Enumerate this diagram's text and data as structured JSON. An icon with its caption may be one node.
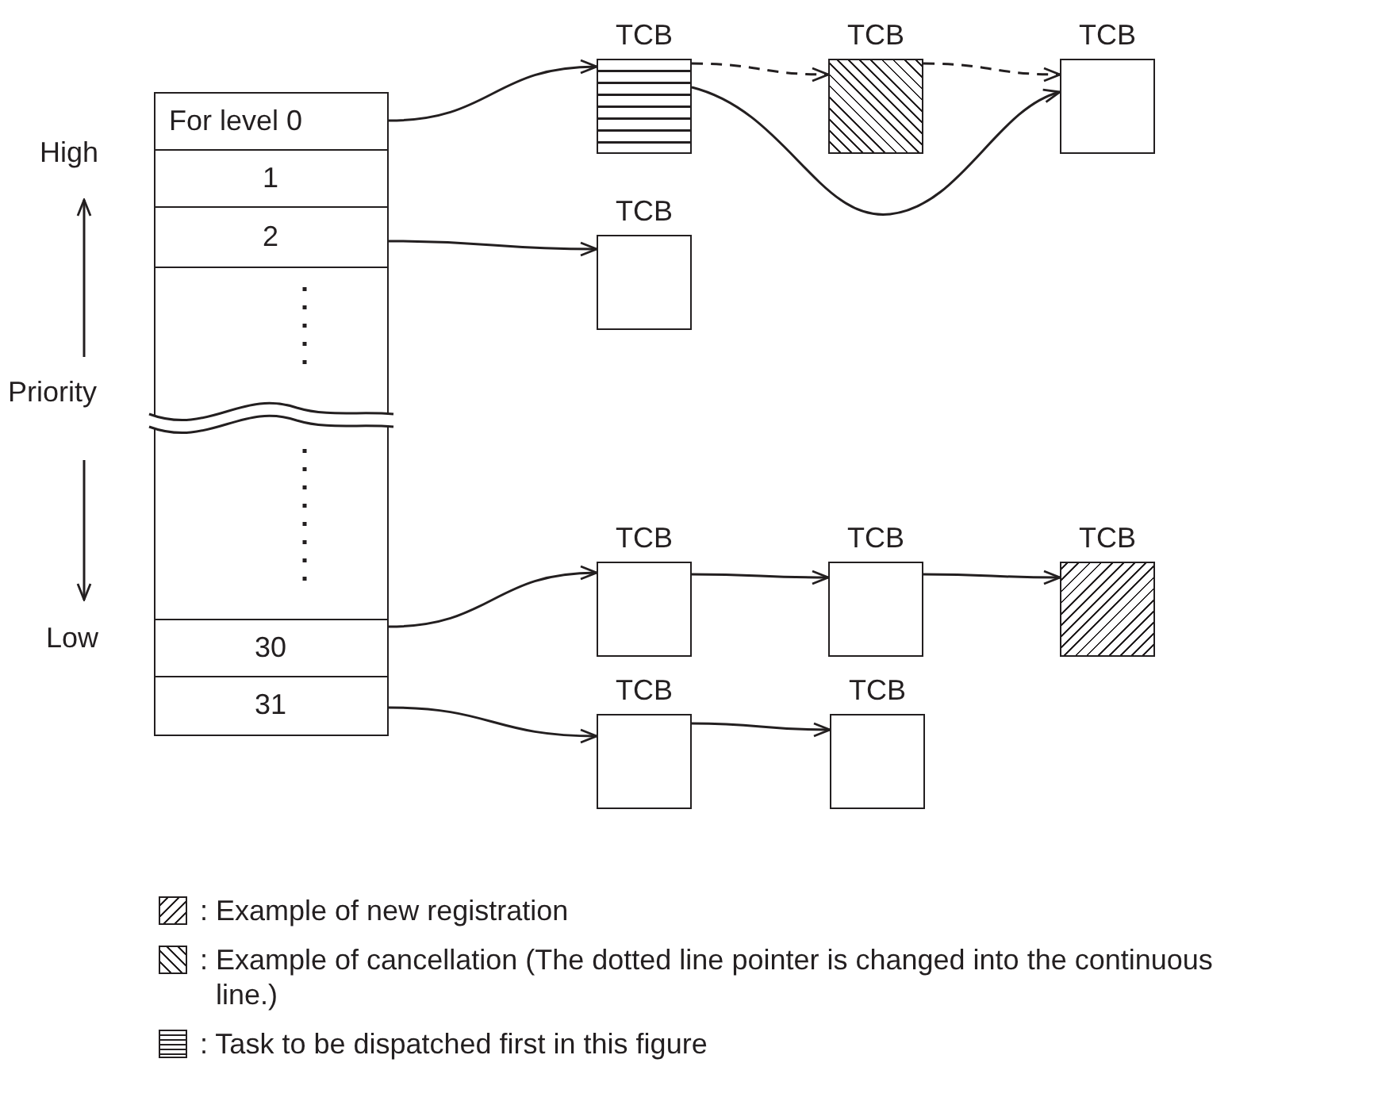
{
  "diagram": {
    "nodes": [
      {
        "text": [],
        "shape": "box"
      },
      {
        "text": [
          "For level 0"
        ],
        "in": 0
      },
      {
        "text": [
          "1"
        ],
        "in": 0
      },
      {
        "text": [
          "2"
        ],
        "in": 0
      },
      {
        "text": [
          "30"
        ],
        "in": 0
      },
      {
        "text": [
          "31"
        ],
        "in": 0
      },
      {
        "text": [
          "TCB"
        ]
      },
      {
        "text": [
          "TCB"
        ]
      },
      {
        "text": [
          "TCB"
        ]
      },
      {
        "text": [
          "TCB"
        ]
      },
      {
        "text": [
          "TCB"
        ]
      },
      {
        "text": [
          "TCB"
        ]
      },
      {
        "text": [
          "TCB"
        ]
      },
      {
        "text": [
          "TCB"
        ]
      },
      {
        "text": [
          "TCB"
        ]
      }
    ],
    "edges": [
      {
        "from": 1,
        "to": 6,
        "arrow": "to"
      },
      {
        "from": 6,
        "to": 7,
        "arrow": "to",
        "style": "dashed"
      },
      {
        "from": 7,
        "to": 8,
        "arrow": "to",
        "style": "dashed"
      },
      {
        "from": 6,
        "to": 8,
        "arrow": "to"
      },
      {
        "from": 3,
        "to": 9,
        "arrow": "to"
      },
      {
        "from": 4,
        "to": 10,
        "arrow": "to"
      },
      {
        "from": 10,
        "to": 11,
        "arrow": "to"
      },
      {
        "from": 11,
        "to": 12,
        "arrow": "to"
      },
      {
        "from": 5,
        "to": 13,
        "arrow": "to"
      },
      {
        "from": 13,
        "to": 14,
        "arrow": "to"
      }
    ],
    "labels": [
      "High",
      "Priority",
      "Low"
    ],
    "legend": [
      {
        "text": ": Example of new registration"
      },
      {
        "text": ": Example of cancellation (The dotted line pointer is changed into the continuous line.)"
      },
      {
        "text": ": Task to be dispatched first in this figure"
      }
    ]
  }
}
